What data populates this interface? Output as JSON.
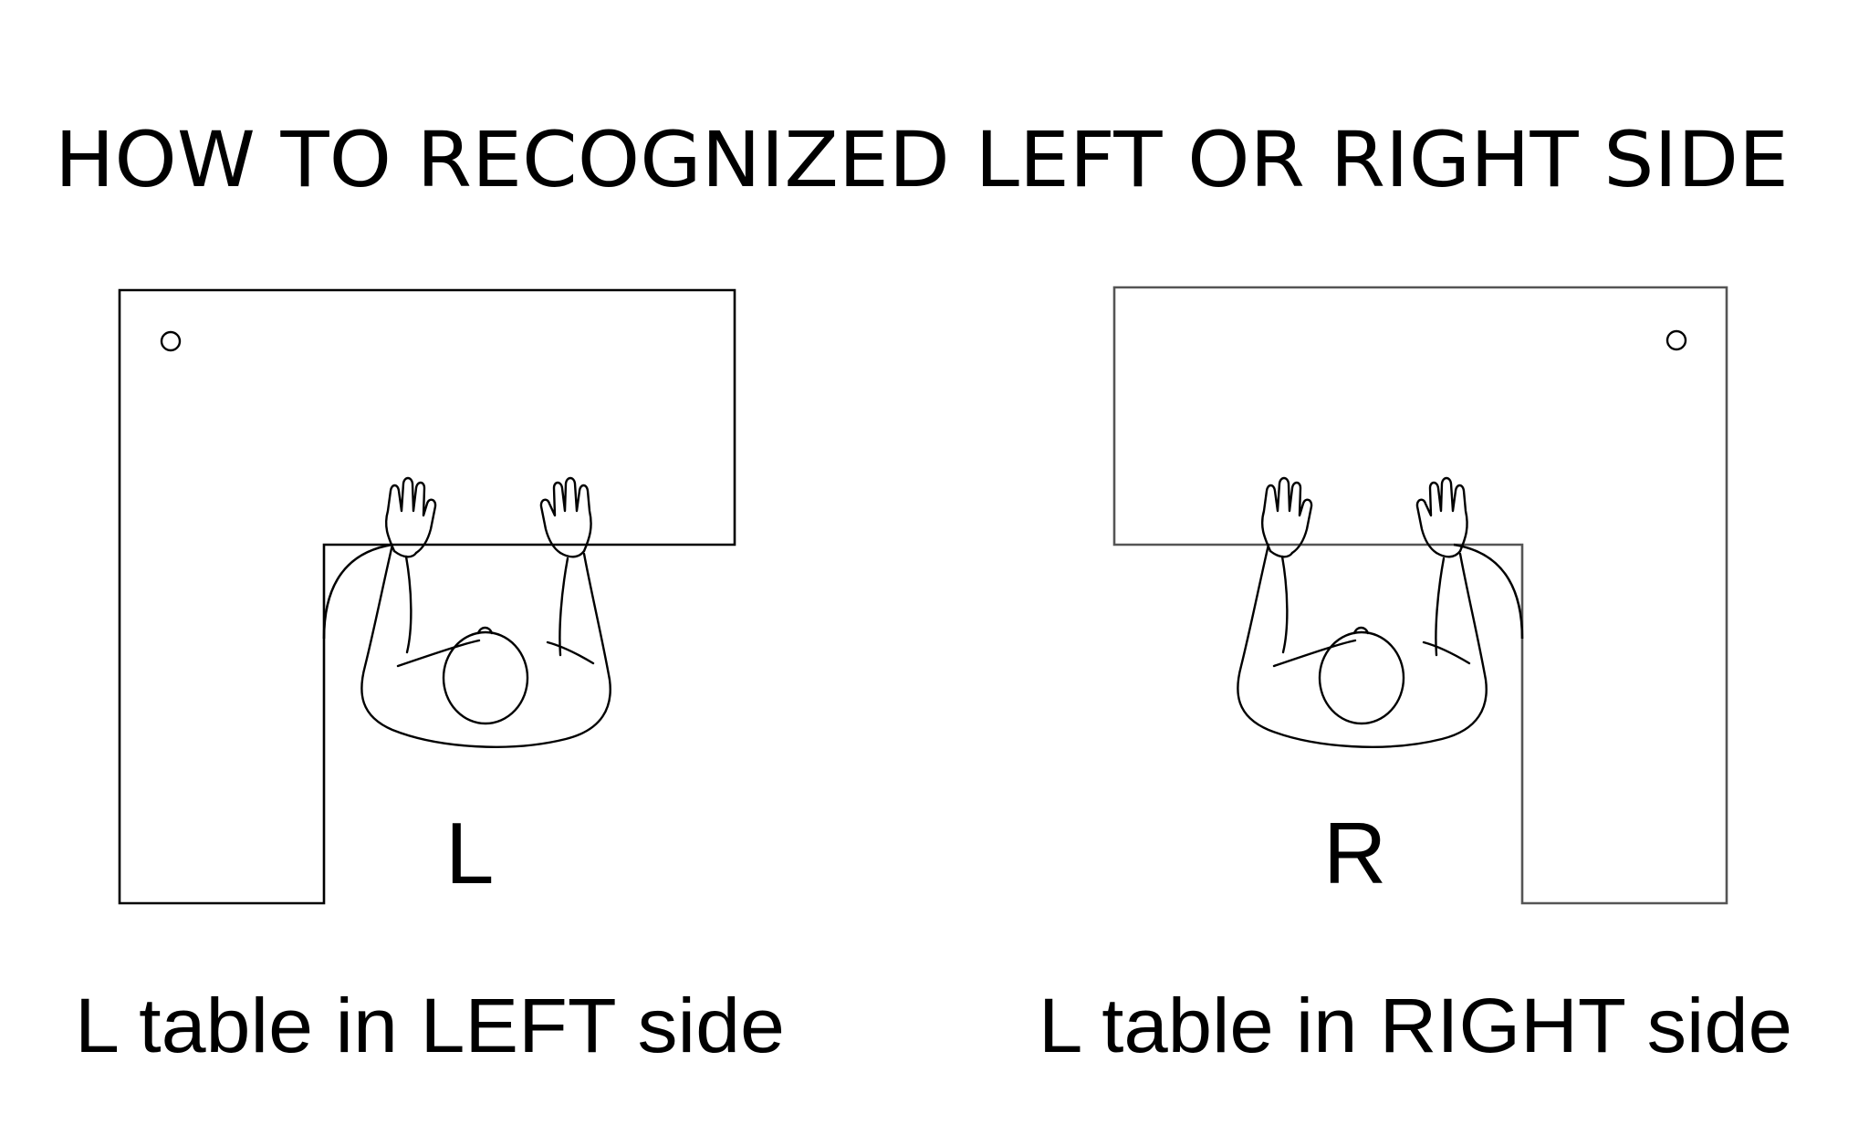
{
  "title": "HOW TO RECOGNIZED LEFT OR RIGHT SIDE",
  "left_panel": {
    "letter": "L",
    "caption": "L table in LEFT side"
  },
  "right_panel": {
    "letter": "R",
    "caption": "L table in RIGHT side"
  },
  "colors": {
    "line": "#000000",
    "background": "#ffffff"
  }
}
